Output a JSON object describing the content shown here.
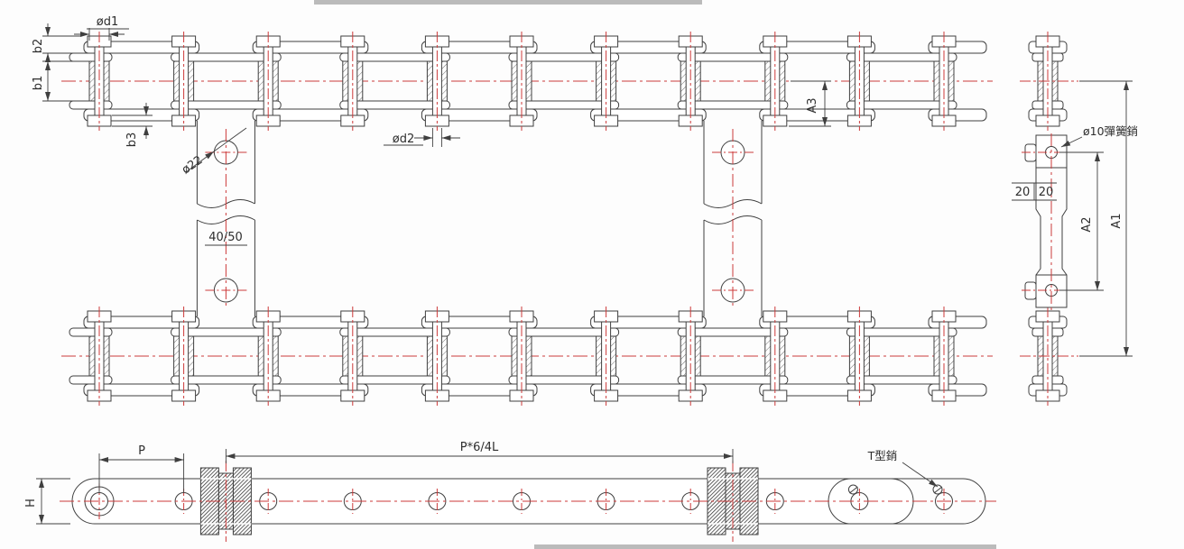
{
  "drawing": {
    "title": "double-strand roller chain with slat attachments, three views",
    "colors": {
      "line": "#3f3f3f",
      "centerline": "#cc3a3a",
      "background": "#fdfdfd",
      "artifact": "#bbbbbb"
    },
    "labels": {
      "d1": "ød1",
      "b1": "b1",
      "b2": "b2",
      "b3": "b3",
      "hole_dia": "ø22",
      "bar_width": "40/50",
      "d2": "ød2",
      "a3": "A3",
      "spring_pin": "ø10彈簧銷",
      "offset_left": "20",
      "offset_right": "20",
      "a2": "A2",
      "a1": "A1",
      "pitch": "P",
      "span": "P*6/4L",
      "height": "H",
      "t_pin": "T型銷"
    }
  }
}
